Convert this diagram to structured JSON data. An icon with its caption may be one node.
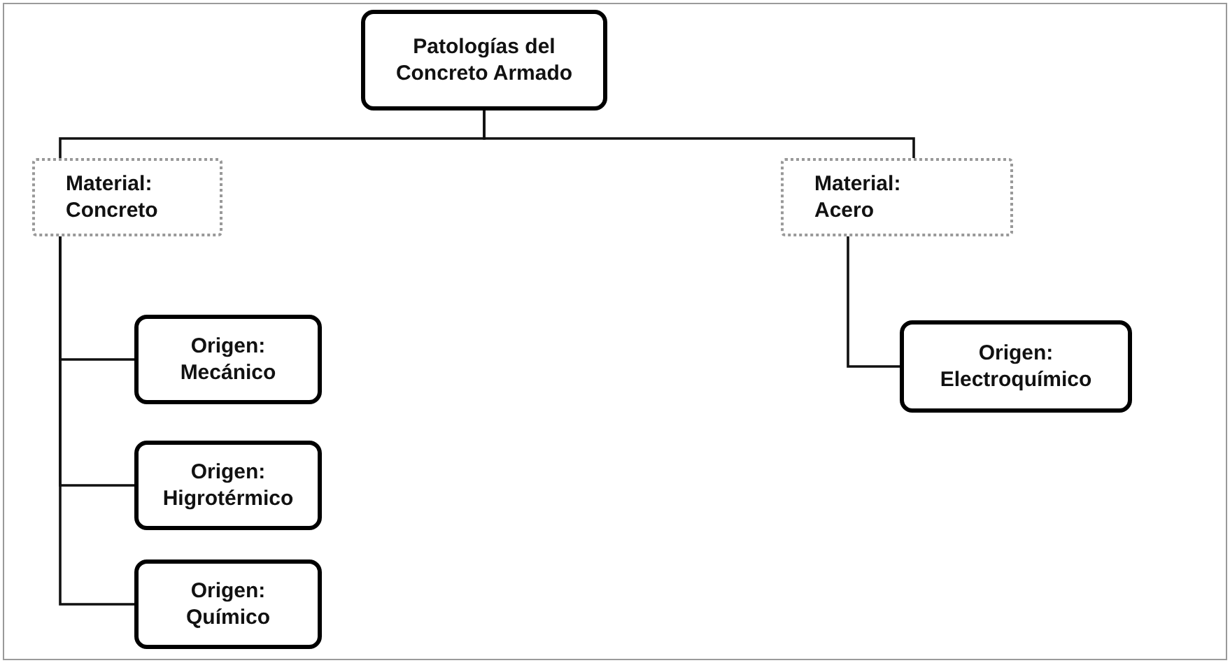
{
  "diagram": {
    "nodes": [
      {
        "text": [
          "Patologías del Concreto Armado"
        ]
      },
      {
        "text": [
          "Material: Concreto"
        ]
      },
      {
        "text": [
          "Origen: Mecánico"
        ]
      },
      {
        "text": [
          "Origen: Higrotérmico"
        ]
      },
      {
        "text": [
          "Origen: Químico"
        ]
      },
      {
        "text": [
          "Material: Acero"
        ]
      },
      {
        "text": [
          "Origen: Electroquímico"
        ]
      }
    ],
    "edges": [
      {
        "from": 0,
        "to": 1,
        "arrow": "none"
      },
      {
        "from": 0,
        "to": 5,
        "arrow": "none"
      },
      {
        "from": 1,
        "to": 2,
        "arrow": "none"
      },
      {
        "from": 1,
        "to": 3,
        "arrow": "none"
      },
      {
        "from": 1,
        "to": 4,
        "arrow": "none"
      },
      {
        "from": 5,
        "to": 6,
        "arrow": "none"
      }
    ]
  }
}
